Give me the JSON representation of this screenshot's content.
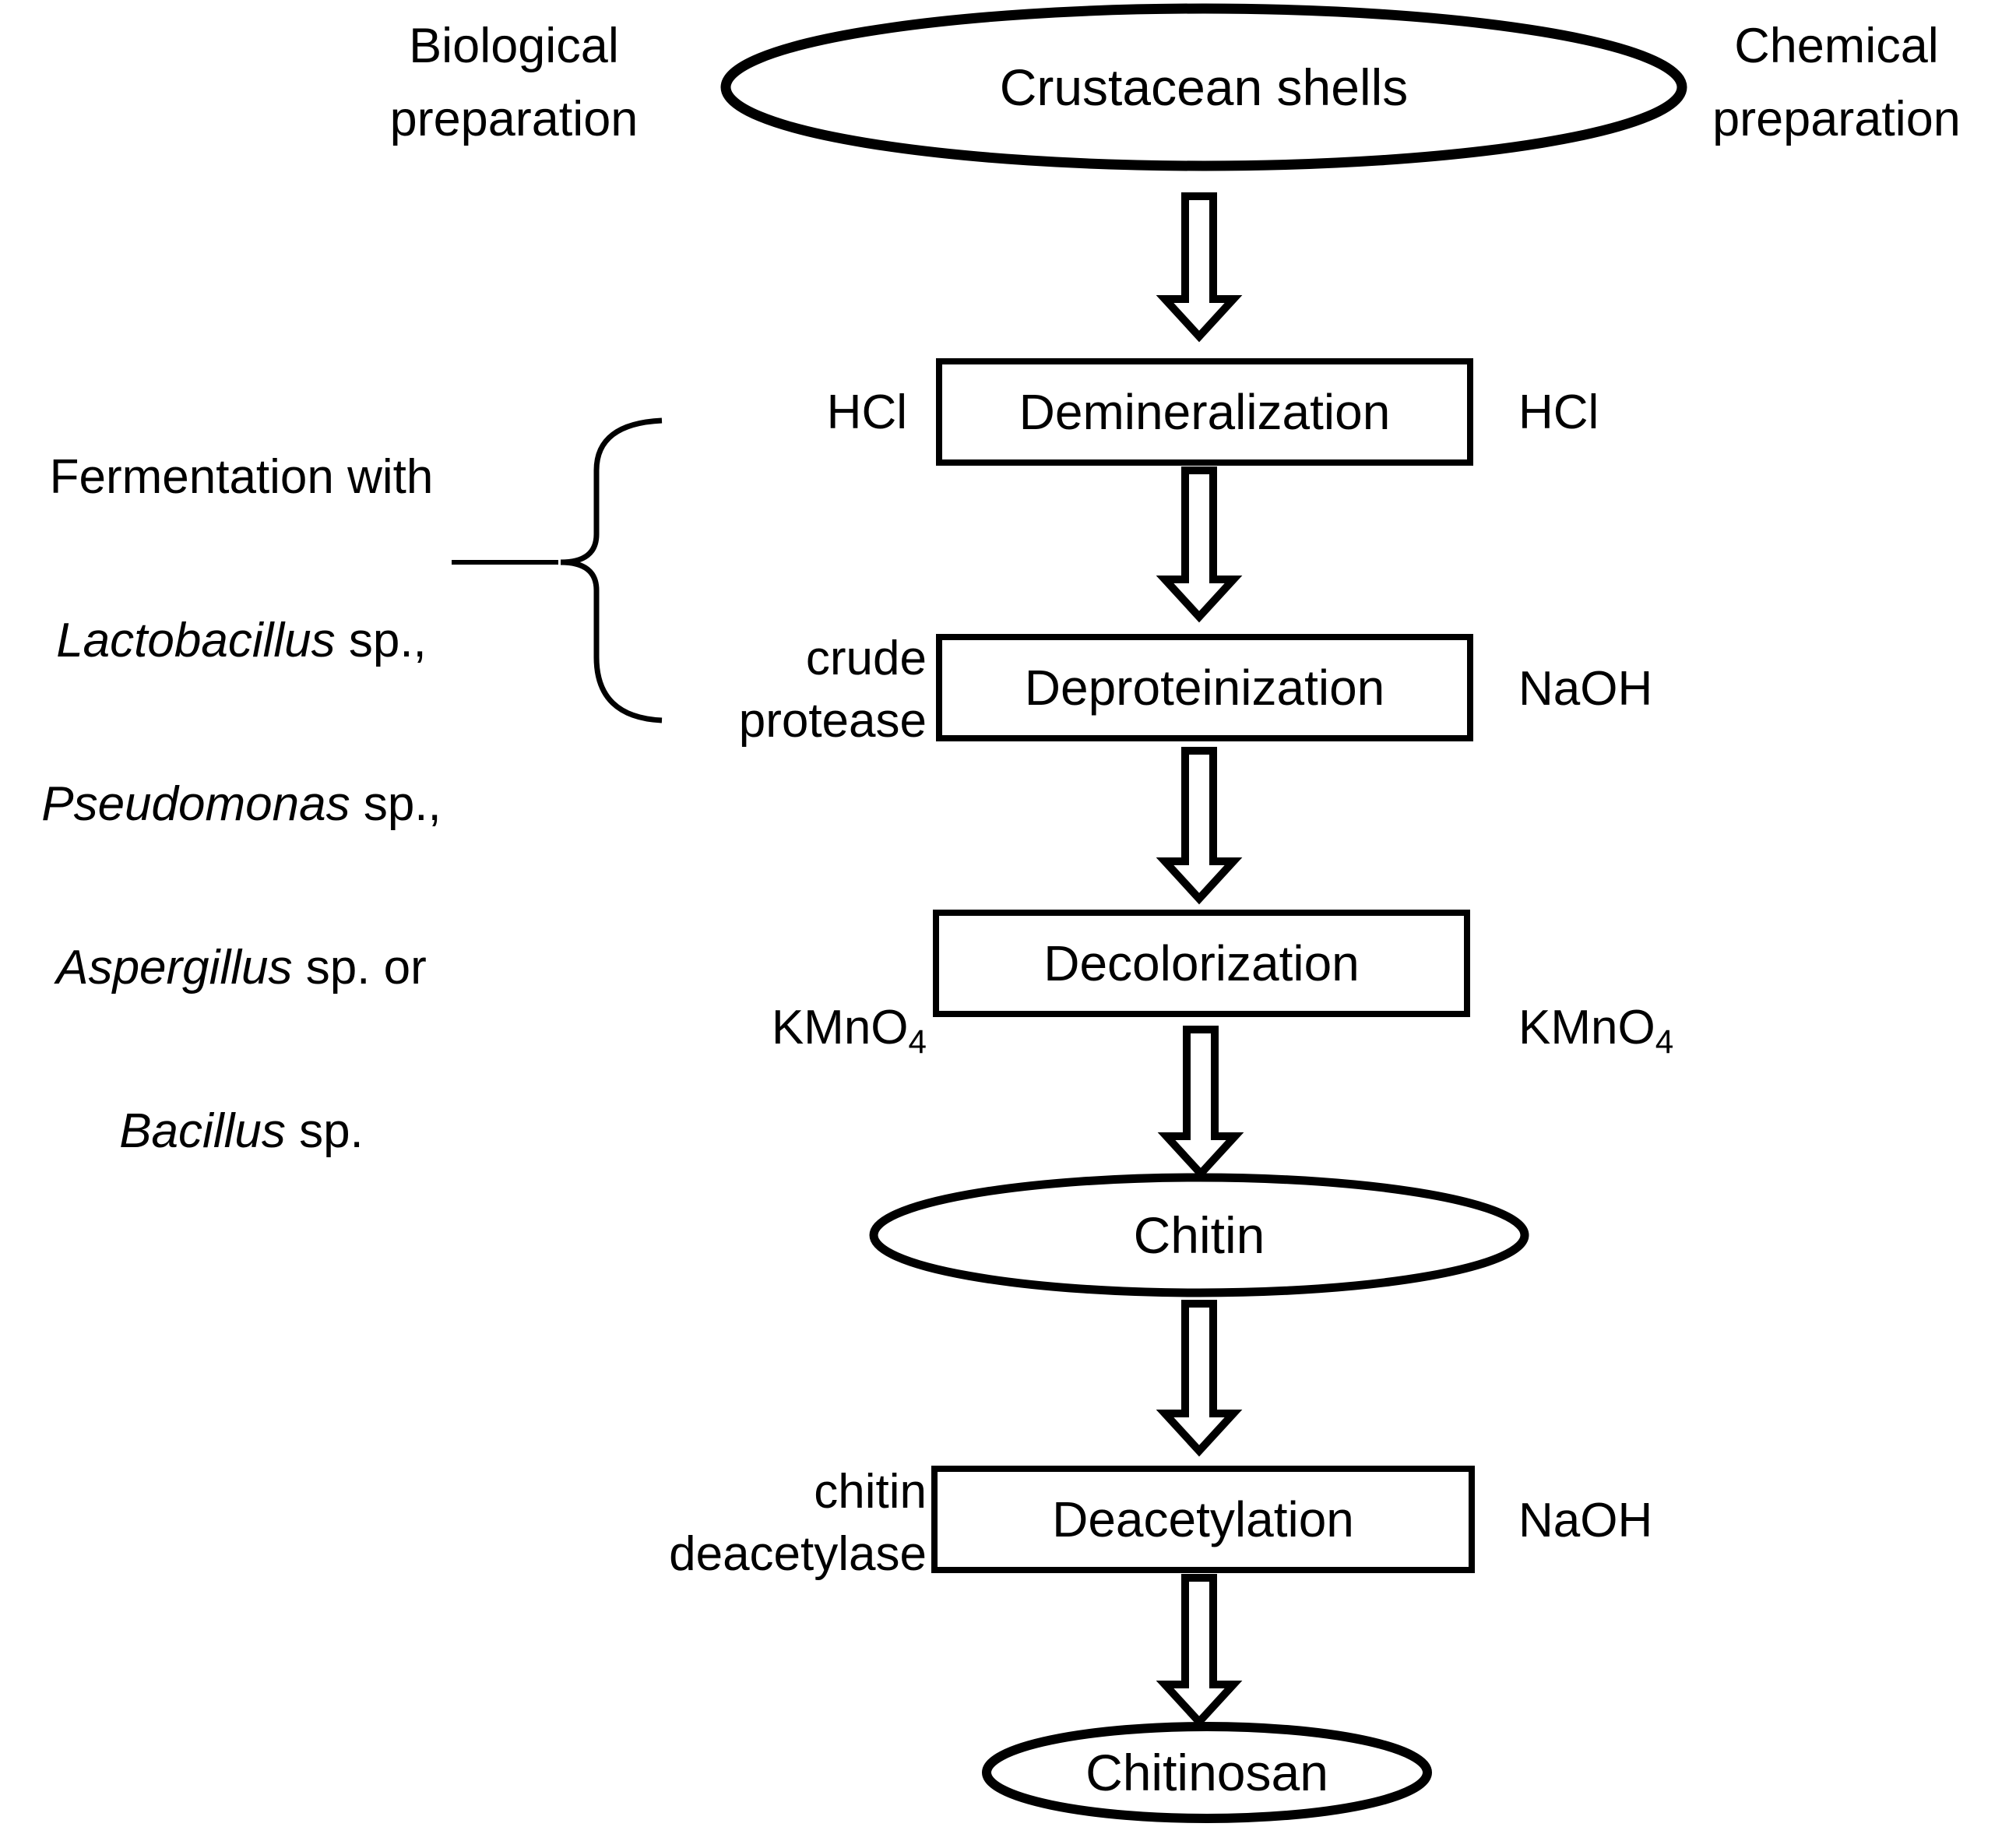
{
  "colors": {
    "stroke": "#000000",
    "background": "#ffffff"
  },
  "corner_labels": {
    "biological": "Biological\npreparation",
    "chemical": "Chemical\npreparation"
  },
  "nodes": {
    "source": "Crustacean shells",
    "step1": "Demineralization",
    "step2": "Deproteinization",
    "step3": "Decolorization",
    "intermediate": "Chitin",
    "step4": "Deacetylation",
    "product": "Chitinosan"
  },
  "reagents": {
    "step1_left": "HCl",
    "step1_right": "HCl",
    "step2_left": "crude\nprotease",
    "step2_right": "NaOH",
    "step3_left_base": "KMnO",
    "step3_left_sub": "4",
    "step3_right_base": "KMnO",
    "step3_right_sub": "4",
    "step4_left": "chitin\ndeacetylase",
    "step4_right": "NaOH"
  },
  "fermentation": {
    "lines": [
      {
        "italic": "",
        "rest": "Fermentation with"
      },
      {
        "italic": "Lactobacillus",
        "rest": " sp.,"
      },
      {
        "italic": "Pseudomonas",
        "rest": " sp.,"
      },
      {
        "italic": "Aspergillus",
        "rest": " sp. or"
      },
      {
        "italic": "Bacillus",
        "rest": " sp."
      }
    ]
  }
}
